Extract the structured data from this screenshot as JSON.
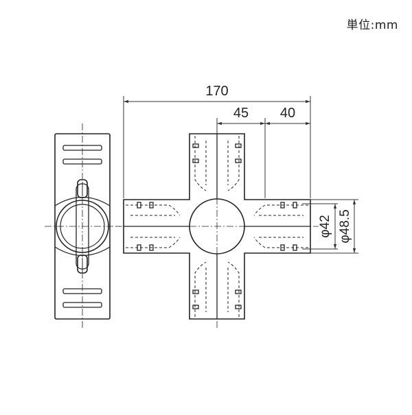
{
  "unit_label": "単位:mm",
  "dimensions": {
    "overall_width": "170",
    "arm_length_inner": "45",
    "arm_length_outer": "40",
    "inner_diameter": "φ42",
    "outer_diameter": "φ48.5"
  },
  "colors": {
    "line": "#222222",
    "dimension": "#333333",
    "background": "#ffffff"
  }
}
